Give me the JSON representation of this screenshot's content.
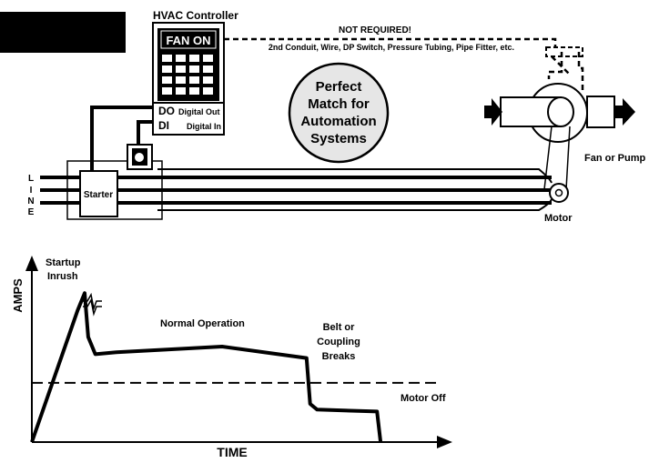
{
  "controller": {
    "title": "HVAC Controller",
    "display": "FAN ON",
    "do_label": "DO",
    "do_desc": "Digital Out",
    "di_label": "DI",
    "di_desc": "Digital In"
  },
  "not_required": {
    "heading": "NOT REQUIRED!",
    "details": "2nd Conduit, Wire, DP Switch, Pressure Tubing, Pipe Fitter, etc."
  },
  "badge": {
    "lines": [
      "Perfect",
      "Match for",
      "Automation",
      "Systems"
    ]
  },
  "wiring": {
    "line_letters": [
      "L",
      "I",
      "N",
      "E"
    ],
    "starter": "Starter",
    "motor": "Motor",
    "fan": "Fan or Pump"
  },
  "chart_data": {
    "type": "line",
    "title": "",
    "xlabel": "TIME",
    "ylabel": "AMPS",
    "grid": false,
    "legend": "none",
    "threshold_note": "dashed horizontal threshold line",
    "annotations": {
      "startup": [
        "Startup",
        "Inrush"
      ],
      "normal": "Normal Operation",
      "belt": [
        "Belt or",
        "Coupling",
        "Breaks"
      ],
      "off": "Motor Off"
    },
    "series": [
      {
        "x": [
          0,
          13,
          15,
          16,
          18,
          24,
          54,
          78,
          79,
          81,
          98,
          99
        ],
        "y": [
          0,
          69,
          78,
          55,
          46,
          47,
          50,
          44,
          20,
          17,
          16,
          0
        ]
      }
    ],
    "threshold": 31,
    "xlim": [
      0,
      115
    ],
    "ylim": [
      0,
      100
    ]
  },
  "colors": {
    "ink": "#000000",
    "badge_fill": "#e6e6e6",
    "paper": "#ffffff",
    "corner_block": "#000000"
  }
}
